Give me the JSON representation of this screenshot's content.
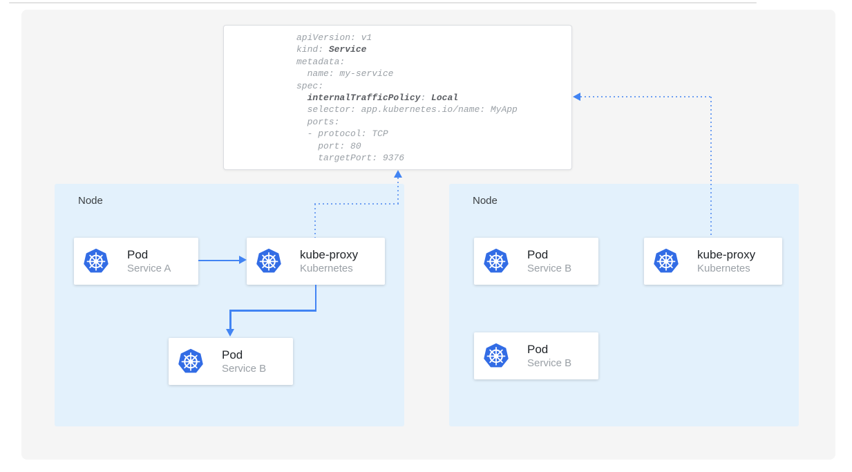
{
  "colors": {
    "kubernetes_blue": "#326CE5",
    "arrow_blue": "#4284F3",
    "dotted_arrow_blue": "#6D9EF2",
    "node_background": "#E3F1FC",
    "canvas_background": "#F5F5F5",
    "code_text": "#9AA0A6",
    "code_bold_text": "#5B5E63",
    "card_title_text": "#212529",
    "card_subtitle_text": "#9AA0A6",
    "node_label_text": "#3C4043"
  },
  "yaml_card": {
    "lines": [
      [
        {
          "t": "apiVersion: v1",
          "b": false
        }
      ],
      [
        {
          "t": "kind: ",
          "b": false
        },
        {
          "t": "Service",
          "b": true
        }
      ],
      [
        {
          "t": "metadata:",
          "b": false
        }
      ],
      [
        {
          "t": "  name: my-service",
          "b": false
        }
      ],
      [
        {
          "t": "spec:",
          "b": false
        }
      ],
      [
        {
          "t": "  ",
          "b": false
        },
        {
          "t": "internalTrafficPolicy",
          "b": true
        },
        {
          "t": ": ",
          "b": false
        },
        {
          "t": "Local",
          "b": true
        }
      ],
      [
        {
          "t": "  selector: app.kubernetes.io/name: MyApp",
          "b": false
        }
      ],
      [
        {
          "t": "  ports:",
          "b": false
        }
      ],
      [
        {
          "t": "  - protocol: TCP",
          "b": false
        }
      ],
      [
        {
          "t": "    port: 80",
          "b": false
        }
      ],
      [
        {
          "t": "    targetPort: 9376",
          "b": false
        }
      ]
    ]
  },
  "nodes": [
    {
      "label": "Node",
      "cards": [
        {
          "title": "Pod",
          "subtitle": "Service A",
          "icon": "kubernetes-logo"
        },
        {
          "title": "kube-proxy",
          "subtitle": "Kubernetes",
          "icon": "kubernetes-logo"
        },
        {
          "title": "Pod",
          "subtitle": "Service B",
          "icon": "kubernetes-logo"
        }
      ]
    },
    {
      "label": "Node",
      "cards": [
        {
          "title": "Pod",
          "subtitle": "Service B",
          "icon": "kubernetes-logo"
        },
        {
          "title": "kube-proxy",
          "subtitle": "Kubernetes",
          "icon": "kubernetes-logo"
        },
        {
          "title": "Pod",
          "subtitle": "Service B",
          "icon": "kubernetes-logo"
        }
      ]
    }
  ]
}
